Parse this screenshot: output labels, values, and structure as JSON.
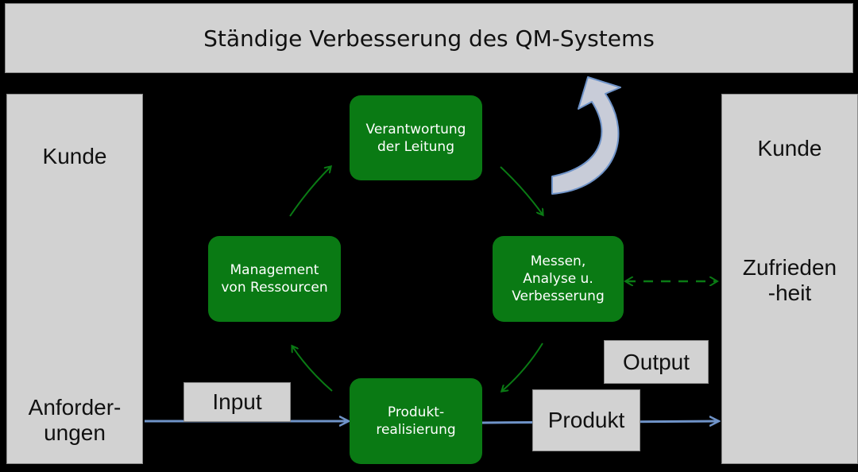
{
  "header": {
    "title": "Ständige Verbesserung des QM-Systems"
  },
  "left_panel": {
    "top_label": "Kunde",
    "bottom_label": "Anforder-\nungen"
  },
  "right_panel": {
    "top_label": "Kunde",
    "middle_label": "Zufrieden\n-heit"
  },
  "process_boxes": {
    "responsibility": "Verantwortung\nder Leitung",
    "resources": "Management\nvon Ressourcen",
    "measurement": "Messen,\nAnalyse u.\nVerbesserung",
    "realization": "Produkt-\nrealisierung"
  },
  "flow_labels": {
    "input": "Input",
    "output": "Output",
    "product": "Produkt"
  },
  "colors": {
    "green": "#0a7a14",
    "gray": "#d2d2d2",
    "blue_arrow": "#6f93c8",
    "background": "#000000"
  }
}
